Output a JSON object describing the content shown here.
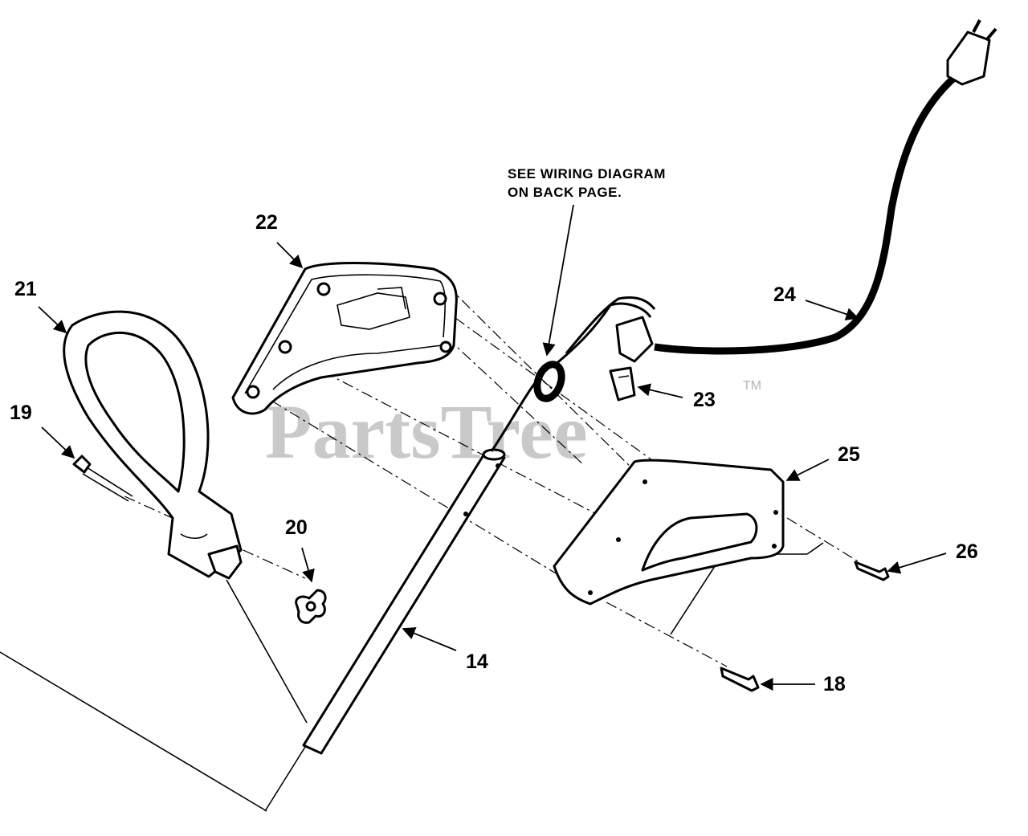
{
  "diagram": {
    "note_line1": "SEE WIRING DIAGRAM",
    "note_line2": "ON BACK PAGE.",
    "watermark": "PartsTree",
    "trademark": "TM",
    "callouts": {
      "c14": "14",
      "c18": "18",
      "c19": "19",
      "c20": "20",
      "c21": "21",
      "c22": "22",
      "c23": "23",
      "c24": "24",
      "c25": "25",
      "c26": "26"
    }
  }
}
